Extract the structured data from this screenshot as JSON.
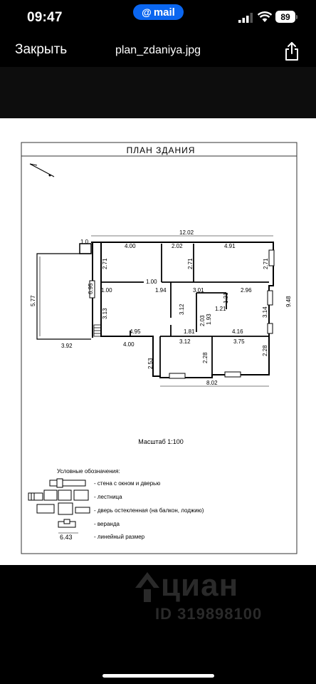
{
  "status_bar": {
    "time": "09:47",
    "mail_badge": "mail",
    "battery": "89"
  },
  "nav": {
    "close_label": "Закрыть",
    "file_name": "plan_zdaniya.jpg",
    "share_icon": "share-icon"
  },
  "plan": {
    "title": "ПЛАН ЗДАНИЯ",
    "scale": "Масштаб 1:100",
    "legend_title": "Условные обозначения:",
    "legend": [
      "- стена с окном  и дверью",
      "- лестница",
      "- дверь остекленная (на балкон, лоджию)",
      "- веранда",
      "- линейный размер"
    ],
    "legend_sample_value": "6.43",
    "dims": {
      "top": "12.02",
      "left_block": "1.0",
      "r1_width": "4.00",
      "r2_width": "2.02",
      "r3_width": "4.91",
      "r1_h": "2.71",
      "r2_h": "2.71",
      "r3_h": "2.71",
      "left_ext": "6.95",
      "veranda_h": "5.77",
      "veranda_w": "3.92",
      "wall_in_a": "1.00",
      "wall_in_b": "1.00",
      "hall_a": "1.94",
      "hall_b": "3.01",
      "hall_c": "2.96",
      "hall_d": "1.21",
      "hall_e": "1.21",
      "right_h": "9.48",
      "mid_a": "3.13",
      "mid_b": "3.12",
      "mid_c": "2.03",
      "mid_d": "1.93",
      "mid_e": "3.14",
      "bot_a": "4.95",
      "bot_b": "1.81",
      "bot_c": "4.16",
      "bot_d": "4.00",
      "low_a": "3.12",
      "low_b": "3.75",
      "low_c": "2.53",
      "low_d": "2.28",
      "low_e": "2.28",
      "bottom": "8.02"
    }
  },
  "watermark": {
    "brand": "циан",
    "id": "ID 319898100"
  }
}
